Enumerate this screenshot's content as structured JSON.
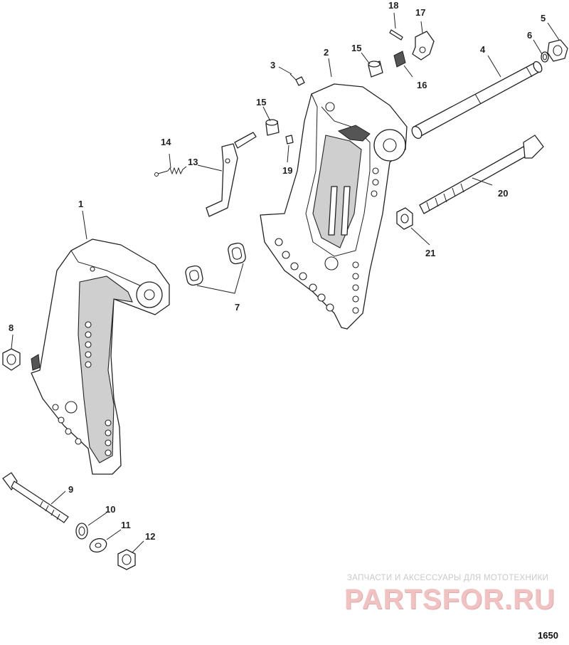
{
  "callouts": {
    "c1": "1",
    "c2": "2",
    "c3": "3",
    "c4": "4",
    "c5": "5",
    "c6": "6",
    "c7": "7",
    "c8": "8",
    "c9": "9",
    "c10": "10",
    "c11": "11",
    "c12": "12",
    "c13": "13",
    "c14": "14",
    "c15a": "15",
    "c15b": "15",
    "c16": "16",
    "c17": "17",
    "c18": "18",
    "c19": "19",
    "c20": "20",
    "c21": "21"
  },
  "watermark": {
    "tagline": "ЗАПЧАСТИ И АКСЕССУАРЫ ДЛЯ МОТОТЕХНИКИ",
    "logo": "PARTSFOR.RU"
  },
  "figure_number": "1650"
}
